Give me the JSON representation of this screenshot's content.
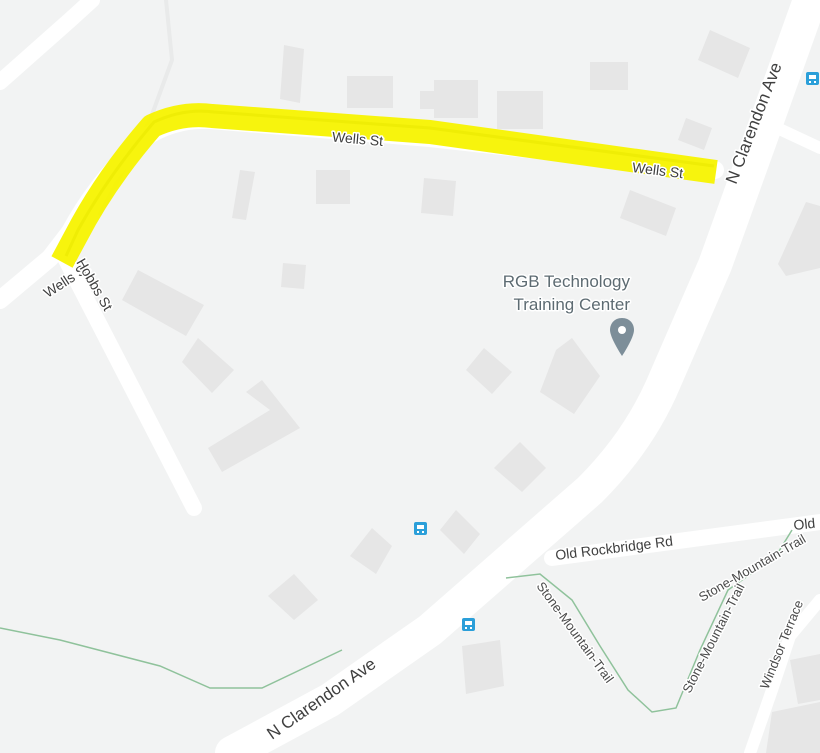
{
  "colors": {
    "background": "#f2f3f3",
    "building": "#e6e6e6",
    "road": "#ffffff",
    "highlight": "#f7f300",
    "trail": "#8fc29b",
    "poi_pin": "#7d8e99",
    "transit_icon": "#2b9fd9"
  },
  "roads": {
    "wells_st_1": "Wells St",
    "wells_st_2": "Wells St",
    "wells_st_3": "Wells St",
    "hobbs_st": "Hobbs St",
    "clarendon_top": "N Clarendon Ave",
    "clarendon_bottom": "N Clarendon Ave",
    "old_rockbridge": "Old Rockbridge Rd",
    "old_edge": "Old",
    "windsor": "Windsor Terrace"
  },
  "trails": {
    "stone_mountain_1": "Stone-Mountain-Trail",
    "stone_mountain_2": "Stone-Mountain-Trail",
    "stone_mountain_3": "Stone-Mountain-Trail"
  },
  "poi": {
    "name_line1": "RGB Technology",
    "name_line2": "Training Center",
    "icon": "map-pin-icon"
  },
  "icons": {
    "transit": "bus-stop-icon"
  }
}
